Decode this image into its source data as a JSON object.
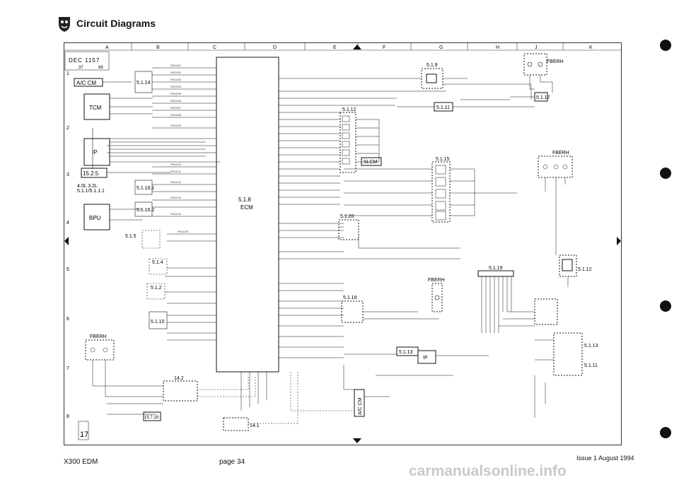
{
  "header": {
    "title": "Circuit Diagrams"
  },
  "footer": {
    "model": "X300 EDM",
    "page": "page 34",
    "issue": "Issue 1 August 1994",
    "watermark": "carmanualsonline.info"
  },
  "title_block": {
    "sheet_label": "DEC 1157",
    "sheet_no": "37",
    "sheet_of": "68",
    "fig_no": "17"
  },
  "grid": {
    "columns": [
      "A",
      "B",
      "C",
      "D",
      "E",
      "F",
      "G",
      "H",
      "J",
      "K"
    ],
    "rows": [
      "1",
      "2",
      "3",
      "4",
      "5",
      "6",
      "7",
      "8"
    ]
  },
  "modules": {
    "ac_cm": "A/C CM",
    "tcm": "TCM",
    "ip": "IP",
    "ref_1525": "15.2.5",
    "engine_note": "4.0L 3.2L\n5.1.1/5.1.1.1",
    "bpu": "BPU",
    "ecm_ref": "5.1.8",
    "ecm": "ECM",
    "slcm": "SLCM",
    "fberh": "FBERH",
    "ip_right": "IP",
    "ac_cm_bottom": "A/C CM"
  },
  "refs": {
    "r514": "5.1.14",
    "r5161": "5.1.16.1",
    "r5162": "5.1.16.2",
    "r515": "5.1.5",
    "r51_4": "5.1.4",
    "r51_2": "5.1.2",
    "r5110": "5.1.10",
    "r142": "14.2",
    "r1571": "15.7.19",
    "r141": "14.1",
    "r519": "5.1.9",
    "r5112": "5.1.12",
    "r5111": "5.1.11",
    "r5117": "5.1.17",
    "r5115": "5.1.15",
    "r5120": "5.1.20",
    "r5118": "5.1.18",
    "r5113": "5.1.13",
    "r5119": "5.1.19",
    "r5112b": "5.1.12",
    "r5113b": "5.1.13",
    "r5111b": "5.1.11"
  },
  "legend_labels": {
    "fberh_top": "FBERH",
    "fberh_mid": "FBERH",
    "fberh_right": "FBERH",
    "fberh_left": "FBERH"
  }
}
